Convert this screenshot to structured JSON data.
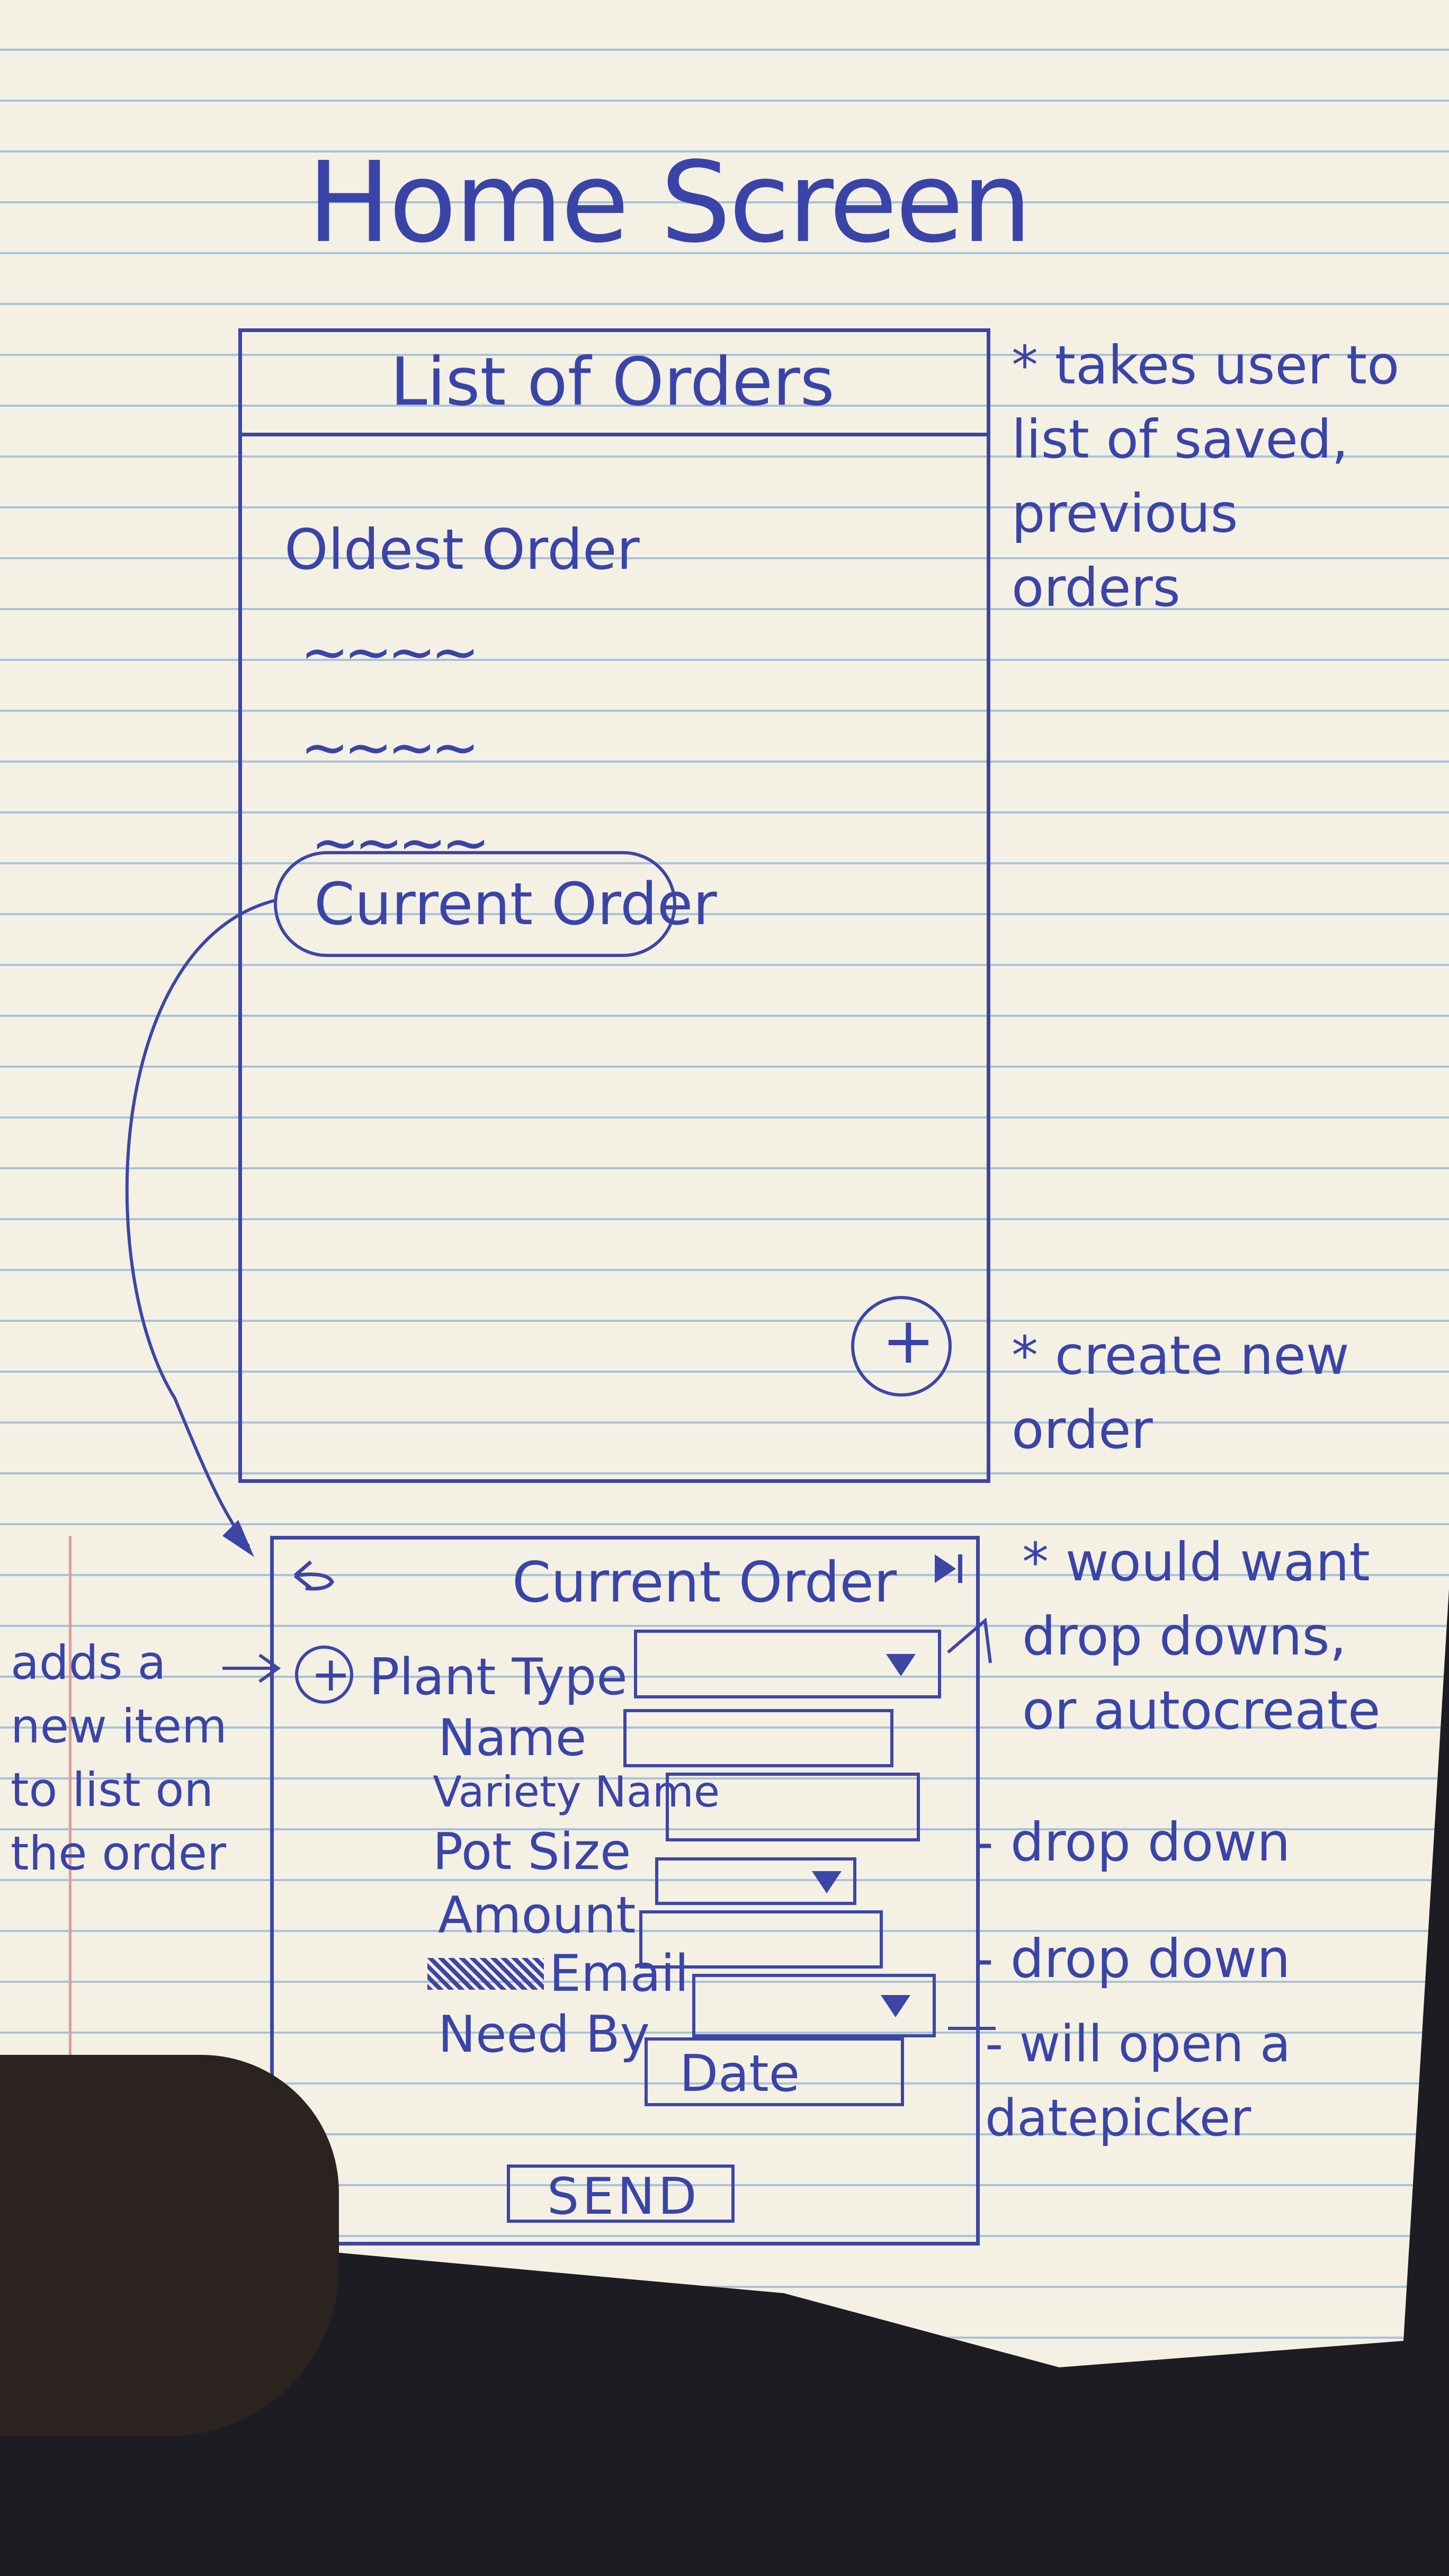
{
  "page_title": "Home Screen",
  "home_screen": {
    "header": "List of Orders",
    "items": [
      "Oldest Order",
      "~~~~",
      "~~~~",
      "~~~~"
    ],
    "current_order_item": "Current Order",
    "fab_symbol": "+"
  },
  "annotations": {
    "list_note": "* takes user to list of saved, previous orders",
    "fab_note": "* create new order",
    "dropdown_note": "* would want drop downs, or autocreate",
    "add_item_note": "adds a new item to list on the order",
    "pot_size_note": "- drop down",
    "email_note": "- drop down",
    "date_note": "- will open a datepicker"
  },
  "current_order_screen": {
    "back_icon": "back-arrow-icon",
    "next_icon": "skip-forward-icon",
    "header": "Current Order",
    "add_symbol": "+",
    "fields": [
      {
        "label": "Plant Type",
        "type": "dropdown",
        "value": ""
      },
      {
        "label": "Name",
        "type": "text",
        "value": ""
      },
      {
        "label": "Variety Name",
        "type": "text",
        "value": ""
      },
      {
        "label": "Pot Size",
        "type": "dropdown",
        "value": ""
      },
      {
        "label": "Amount",
        "type": "text",
        "value": ""
      },
      {
        "label": "Email",
        "type": "dropdown",
        "value": ""
      },
      {
        "label": "Need By",
        "type": "date",
        "value": "Date"
      }
    ],
    "send_label": "SEND"
  },
  "colors": {
    "ink": "#3d46a6",
    "paper": "#f4f0e4",
    "rule": "#a9c3d8",
    "margin": "#e39a9a"
  }
}
